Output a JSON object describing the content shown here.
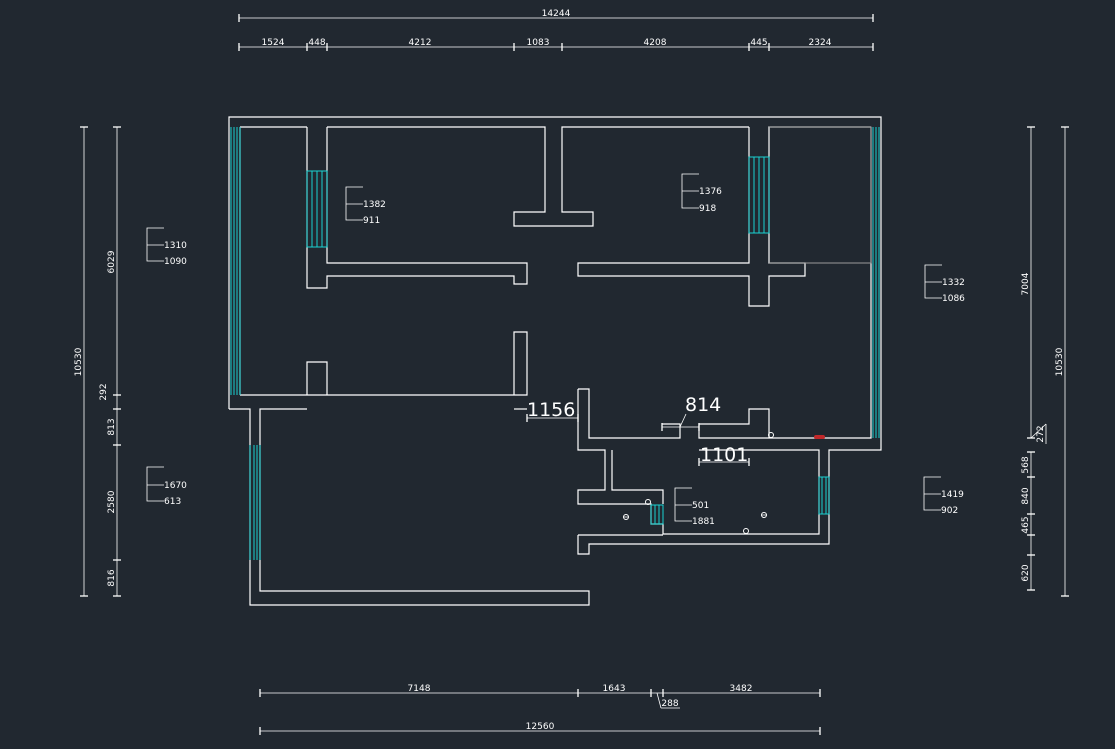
{
  "dims_top": {
    "total": "14244",
    "segments": [
      "1524",
      "448",
      "4212",
      "1083",
      "4208",
      "445",
      "2324"
    ]
  },
  "dims_bottom": {
    "segments": [
      "7148",
      "1643",
      "288",
      "3482"
    ],
    "total": "12560"
  },
  "dims_left": {
    "total": "10530",
    "upper": "6029",
    "segments": [
      "292",
      "813",
      "2580",
      "816"
    ]
  },
  "dims_right": {
    "total": "10530",
    "upper": "7004",
    "segments": [
      "272",
      "568",
      "840",
      "465",
      "620"
    ]
  },
  "window_labels": {
    "w1": [
      "1310",
      "1090"
    ],
    "w2": [
      "1382",
      "911"
    ],
    "w3": [
      "1376",
      "918"
    ],
    "w4": [
      "1332",
      "1086"
    ],
    "w5": [
      "1670",
      "613"
    ],
    "w6": [
      "501",
      "1881"
    ],
    "w7": [
      "1419",
      "902"
    ]
  },
  "inner_dims": {
    "d1": "1156",
    "d2": "814",
    "d3": "1101"
  },
  "colors": {
    "background": "#212830",
    "wall": "#ffffff",
    "window": "#19d2d2",
    "marker": "#c0282a"
  }
}
